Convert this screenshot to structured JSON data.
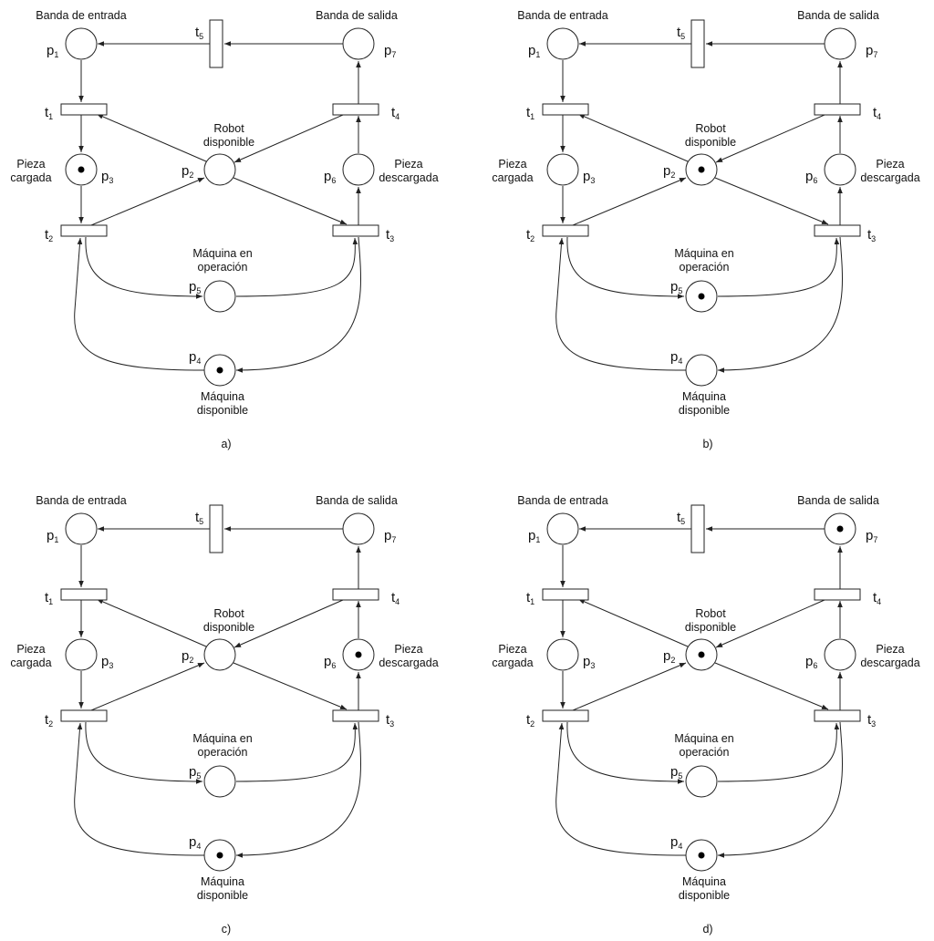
{
  "labels": {
    "entrada": "Banda de entrada",
    "salida": "Banda de salida",
    "robot": [
      "Robot",
      "disponible"
    ],
    "cargada": [
      "Pieza",
      "cargada"
    ],
    "descargada": [
      "Pieza",
      "descargada"
    ],
    "operacion": [
      "Máquina en",
      "operación"
    ],
    "maquina": [
      "Máquina",
      "disponible"
    ]
  },
  "places": [
    {
      "id": "p1",
      "letter": "p",
      "index": "1"
    },
    {
      "id": "p2",
      "letter": "p",
      "index": "2"
    },
    {
      "id": "p3",
      "letter": "p",
      "index": "3"
    },
    {
      "id": "p4",
      "letter": "p",
      "index": "4"
    },
    {
      "id": "p5",
      "letter": "p",
      "index": "5"
    },
    {
      "id": "p6",
      "letter": "p",
      "index": "6"
    },
    {
      "id": "p7",
      "letter": "p",
      "index": "7"
    }
  ],
  "transitions": [
    {
      "id": "t1",
      "letter": "t",
      "index": "1"
    },
    {
      "id": "t2",
      "letter": "t",
      "index": "2"
    },
    {
      "id": "t3",
      "letter": "t",
      "index": "3"
    },
    {
      "id": "t4",
      "letter": "t",
      "index": "4"
    },
    {
      "id": "t5",
      "letter": "t",
      "index": "5"
    }
  ],
  "panels": [
    {
      "id": "a",
      "caption": "a)",
      "tokens": {
        "p1": 0,
        "p2": 0,
        "p3": 1,
        "p4": 1,
        "p5": 0,
        "p6": 0,
        "p7": 0
      }
    },
    {
      "id": "b",
      "caption": "b)",
      "tokens": {
        "p1": 0,
        "p2": 1,
        "p3": 0,
        "p4": 0,
        "p5": 1,
        "p6": 0,
        "p7": 0
      }
    },
    {
      "id": "c",
      "caption": "c)",
      "tokens": {
        "p1": 0,
        "p2": 0,
        "p3": 0,
        "p4": 1,
        "p5": 0,
        "p6": 1,
        "p7": 0
      }
    },
    {
      "id": "d",
      "caption": "d)",
      "tokens": {
        "p1": 0,
        "p2": 1,
        "p3": 0,
        "p4": 1,
        "p5": 0,
        "p6": 0,
        "p7": 1
      }
    }
  ]
}
